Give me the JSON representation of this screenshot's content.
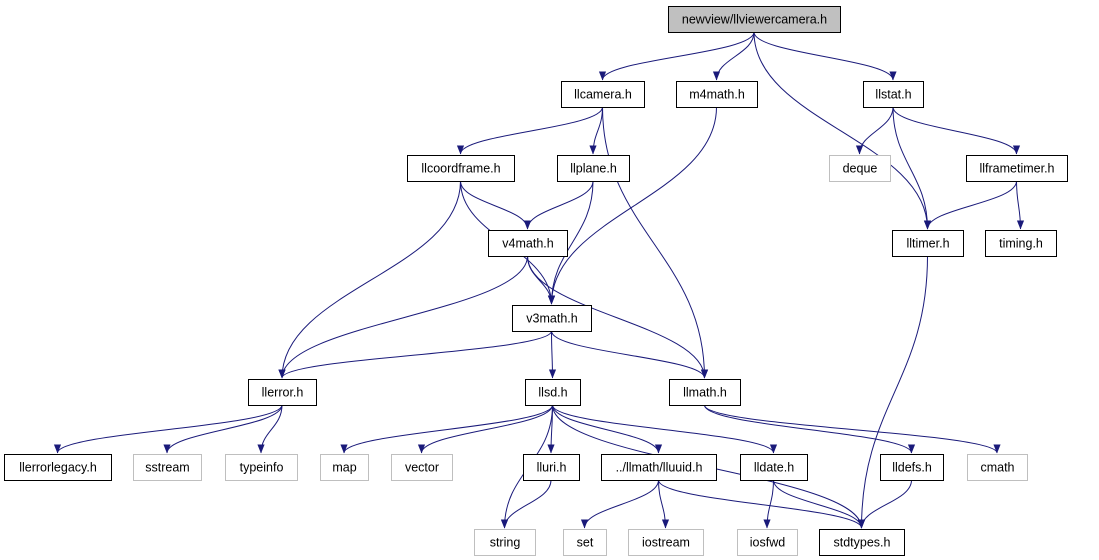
{
  "nodes": [
    {
      "id": "root",
      "label": "newview/llviewercamera.h",
      "kind": "root"
    },
    {
      "id": "llcamera",
      "label": "llcamera.h",
      "kind": "local"
    },
    {
      "id": "m4math",
      "label": "m4math.h",
      "kind": "local"
    },
    {
      "id": "llstat",
      "label": "llstat.h",
      "kind": "local"
    },
    {
      "id": "llcoordframe",
      "label": "llcoordframe.h",
      "kind": "local"
    },
    {
      "id": "llplane",
      "label": "llplane.h",
      "kind": "local"
    },
    {
      "id": "deque",
      "label": "deque",
      "kind": "system"
    },
    {
      "id": "llframetimer",
      "label": "llframetimer.h",
      "kind": "local"
    },
    {
      "id": "v4math",
      "label": "v4math.h",
      "kind": "local"
    },
    {
      "id": "lltimer",
      "label": "lltimer.h",
      "kind": "local"
    },
    {
      "id": "timing",
      "label": "timing.h",
      "kind": "local"
    },
    {
      "id": "v3math",
      "label": "v3math.h",
      "kind": "local"
    },
    {
      "id": "llerror",
      "label": "llerror.h",
      "kind": "local"
    },
    {
      "id": "llsd",
      "label": "llsd.h",
      "kind": "local"
    },
    {
      "id": "llmath",
      "label": "llmath.h",
      "kind": "local"
    },
    {
      "id": "llerrorlegacy",
      "label": "llerrorlegacy.h",
      "kind": "local"
    },
    {
      "id": "sstream",
      "label": "sstream",
      "kind": "system"
    },
    {
      "id": "typeinfo",
      "label": "typeinfo",
      "kind": "system"
    },
    {
      "id": "map",
      "label": "map",
      "kind": "system"
    },
    {
      "id": "vector",
      "label": "vector",
      "kind": "system"
    },
    {
      "id": "lluri",
      "label": "lluri.h",
      "kind": "local"
    },
    {
      "id": "lluuid",
      "label": "../llmath/lluuid.h",
      "kind": "local"
    },
    {
      "id": "lldate",
      "label": "lldate.h",
      "kind": "local"
    },
    {
      "id": "lldefs",
      "label": "lldefs.h",
      "kind": "local"
    },
    {
      "id": "cmath",
      "label": "cmath",
      "kind": "system"
    },
    {
      "id": "string",
      "label": "string",
      "kind": "system"
    },
    {
      "id": "set",
      "label": "set",
      "kind": "system"
    },
    {
      "id": "iostream",
      "label": "iostream",
      "kind": "system"
    },
    {
      "id": "iosfwd",
      "label": "iosfwd",
      "kind": "system"
    },
    {
      "id": "stdtypes",
      "label": "stdtypes.h",
      "kind": "local"
    }
  ],
  "edges": [
    [
      "root",
      "llcamera"
    ],
    [
      "root",
      "m4math"
    ],
    [
      "root",
      "llstat"
    ],
    [
      "root",
      "lltimer"
    ],
    [
      "llcamera",
      "llcoordframe"
    ],
    [
      "llcamera",
      "llplane"
    ],
    [
      "llcamera",
      "llmath"
    ],
    [
      "m4math",
      "v3math"
    ],
    [
      "llstat",
      "deque"
    ],
    [
      "llstat",
      "llframetimer"
    ],
    [
      "llstat",
      "lltimer"
    ],
    [
      "llcoordframe",
      "v4math"
    ],
    [
      "llcoordframe",
      "v3math"
    ],
    [
      "llcoordframe",
      "llerror"
    ],
    [
      "llplane",
      "v4math"
    ],
    [
      "llplane",
      "v3math"
    ],
    [
      "llframetimer",
      "lltimer"
    ],
    [
      "llframetimer",
      "timing"
    ],
    [
      "v4math",
      "v3math"
    ],
    [
      "v4math",
      "llerror"
    ],
    [
      "v4math",
      "llmath"
    ],
    [
      "lltimer",
      "stdtypes"
    ],
    [
      "v3math",
      "llerror"
    ],
    [
      "v3math",
      "llsd"
    ],
    [
      "v3math",
      "llmath"
    ],
    [
      "llerror",
      "llerrorlegacy"
    ],
    [
      "llerror",
      "sstream"
    ],
    [
      "llerror",
      "typeinfo"
    ],
    [
      "llsd",
      "map"
    ],
    [
      "llsd",
      "vector"
    ],
    [
      "llsd",
      "string"
    ],
    [
      "llsd",
      "lluri"
    ],
    [
      "llsd",
      "lluuid"
    ],
    [
      "llsd",
      "lldate"
    ],
    [
      "llsd",
      "stdtypes"
    ],
    [
      "llmath",
      "lldefs"
    ],
    [
      "llmath",
      "cmath"
    ],
    [
      "lluri",
      "string"
    ],
    [
      "lluuid",
      "set"
    ],
    [
      "lluuid",
      "iostream"
    ],
    [
      "lluuid",
      "stdtypes"
    ],
    [
      "lldate",
      "iosfwd"
    ],
    [
      "lldate",
      "stdtypes"
    ],
    [
      "lldefs",
      "stdtypes"
    ]
  ],
  "colors": {
    "edge": "#1a1a7a",
    "root_fill": "#c0c0c0",
    "system_border": "#bfbfbf",
    "node_border": "#000000"
  }
}
